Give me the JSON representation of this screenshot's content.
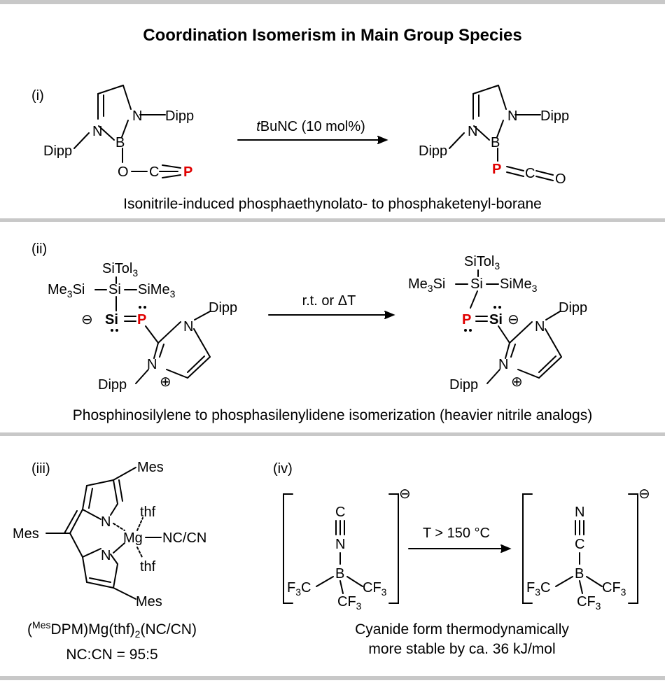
{
  "title": "Coordination Isomerism in Main Group Species",
  "labels": {
    "i": "(i)",
    "ii": "(ii)",
    "iii": "(iii)",
    "iv": "(iv)"
  },
  "atoms": {
    "N": "N",
    "B": "B",
    "O": "O",
    "C": "C",
    "P": "P",
    "Si": "Si",
    "Mg": "Mg",
    "dipp": "Dipp",
    "mes": "Mes",
    "thf": "thf",
    "ncn": "NC/CN",
    "siTol": "SiTol",
    "me": "Me",
    "si": "Si",
    "siMe": "SiMe",
    "f": "F",
    "cf": "CF",
    "sub3": "3",
    "minus": "⊖",
    "plus": "⊕"
  },
  "arrows": {
    "i": {
      "condition_italic": "t",
      "condition": "BuNC (10 mol%)"
    },
    "ii": {
      "condition": "r.t.  or ΔT"
    },
    "iv": {
      "condition": "T > 150 °C"
    }
  },
  "captions": {
    "i": "Isonitrile-induced phosphaethynolato- to phosphaketenyl-borane",
    "ii": "Phosphinosilylene to phosphasilenylidene isomerization (heavier nitrile analogs)",
    "iii_formula_pre": "(",
    "iii_formula_sup": "Mes",
    "iii_formula_main": "DPM)Mg(thf)",
    "iii_formula_sub": "2",
    "iii_formula_post": "(NC/CN)",
    "iii_ratio": "NC:CN = 95:5",
    "iv_line1": "Cyanide form thermodynamically",
    "iv_line2": "more stable by ca. 36 kJ/mol"
  },
  "colors": {
    "phosphorus": "#e00000",
    "rules": "#c8c8c8"
  }
}
